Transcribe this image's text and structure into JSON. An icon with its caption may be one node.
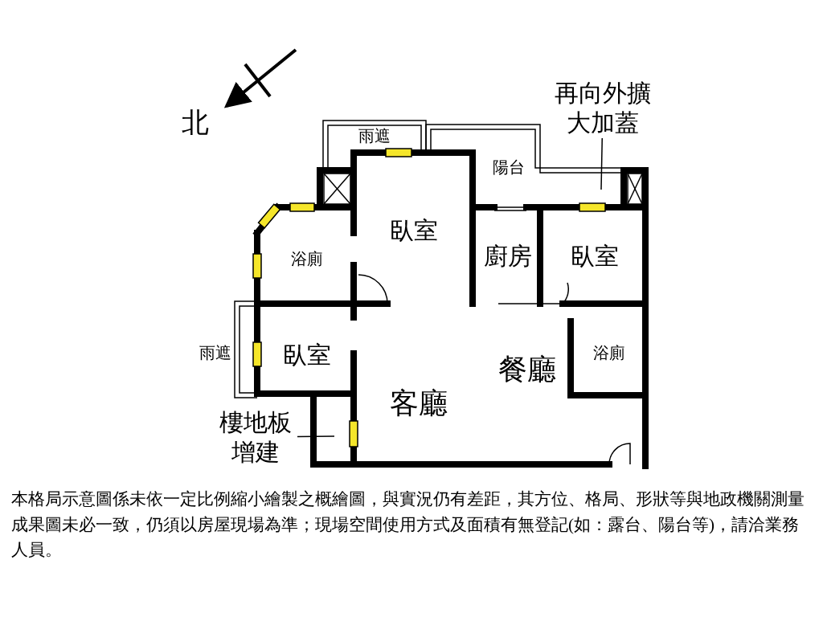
{
  "diagram": {
    "nodes": [
      {
        "text": [
          "雨遮"
        ]
      },
      {
        "text": [
          "陽台"
        ]
      },
      {
        "text": [
          "臥室"
        ]
      },
      {
        "text": [
          "浴廁"
        ]
      },
      {
        "text": [
          "廚房"
        ]
      },
      {
        "text": [
          "臥室"
        ]
      },
      {
        "text": [
          "臥室"
        ]
      },
      {
        "text": [
          "雨遮"
        ]
      },
      {
        "text": [
          "客廳"
        ]
      },
      {
        "text": [
          "餐廳"
        ]
      },
      {
        "text": [
          "浴廁"
        ]
      },
      {
        "text": [
          "再向外擴大加蓋"
        ]
      },
      {
        "text": [
          "樓地板增建"
        ]
      }
    ],
    "edges": [
      {
        "from": 11,
        "to": null,
        "arrow": "none"
      },
      {
        "from": 12,
        "to": null,
        "arrow": "none"
      }
    ],
    "labels": [
      "北"
    ],
    "caption": "本格局示意圖係未依一定比例縮小繪製之概繪圖，與實況仍有差距，其方位、格局、形狀等與地政機關測量成果圖未必一致，仍須以房屋現場為準；現場空間使用方式及面積有無登記(如：露台、陽台等)，請洽業務人員。"
  }
}
